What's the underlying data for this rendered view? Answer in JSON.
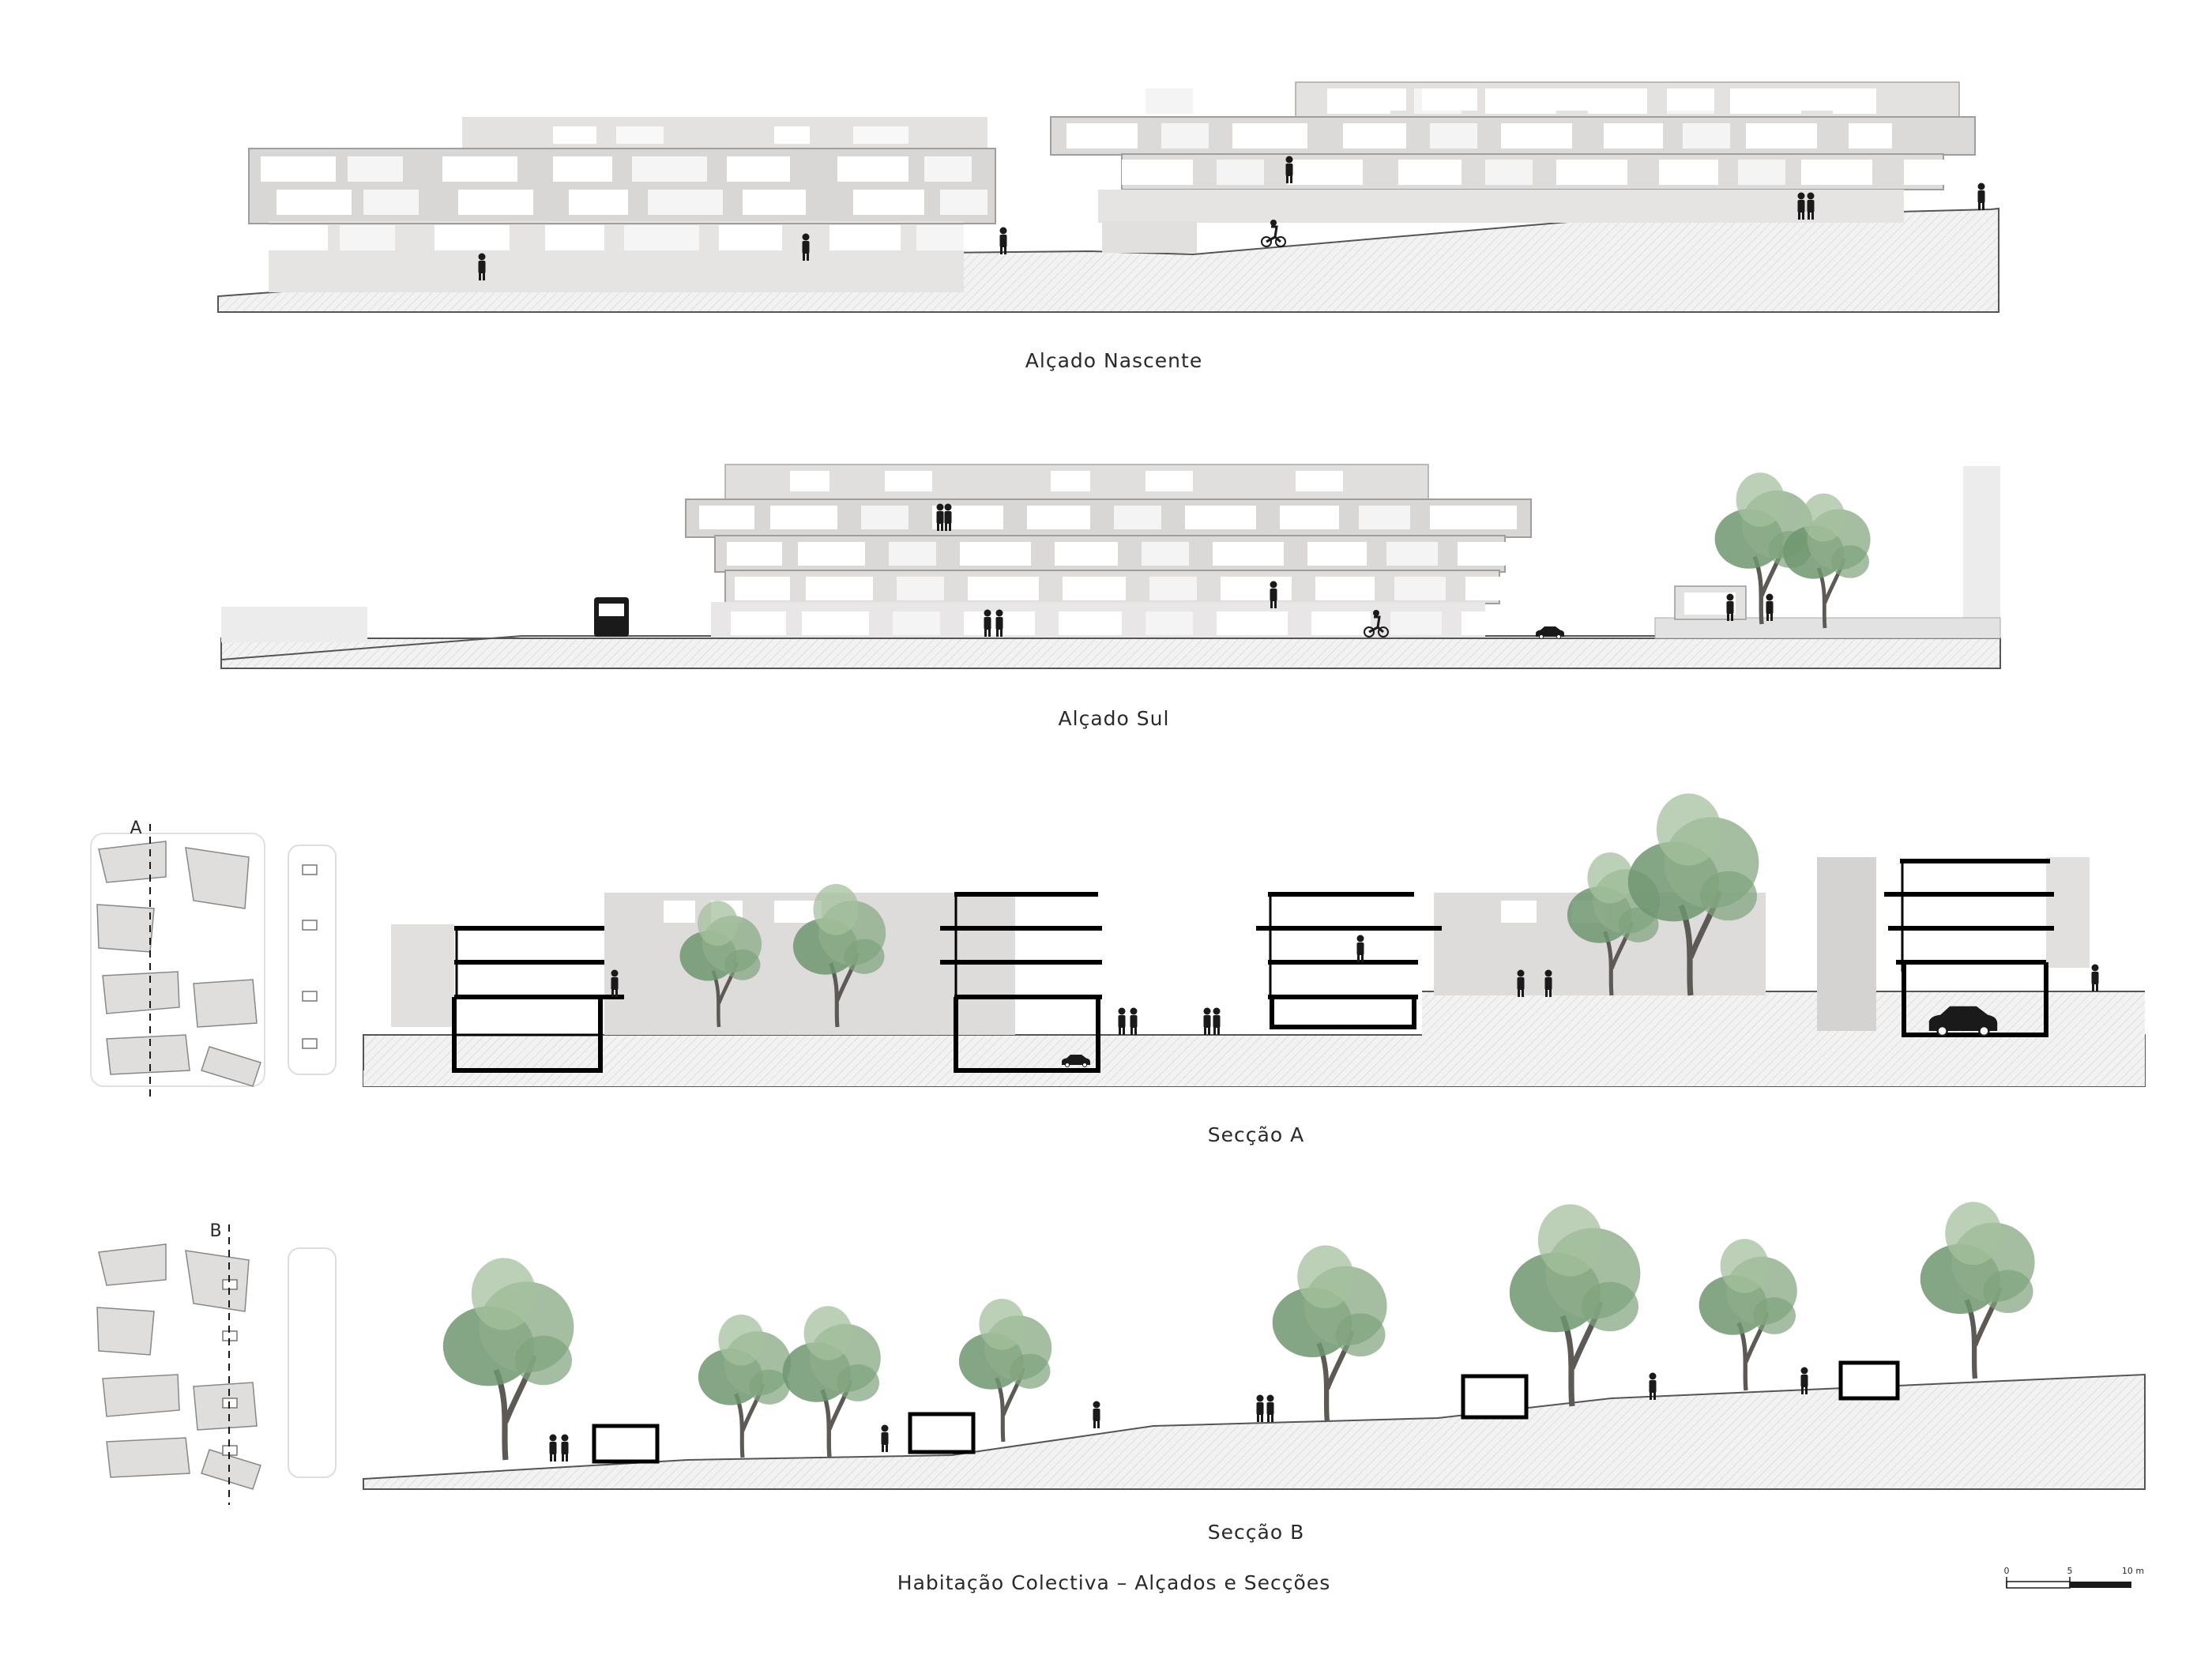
{
  "sheet": {
    "title": "Habitação Colectiva – Alçados e Secções",
    "accent_tree": "#8fae8a",
    "accent_tree_dark": "#6f9670",
    "building_fill": "#d9d6d6",
    "ground_hatch": "#bcbcbc"
  },
  "drawings": [
    {
      "id": "alcado-nascente",
      "caption": "Alçado Nascente"
    },
    {
      "id": "alcado-sul",
      "caption": "Alçado Sul"
    },
    {
      "id": "seccao-a",
      "caption": "Secção A",
      "key_letter": "A"
    },
    {
      "id": "seccao-b",
      "caption": "Secção B",
      "key_letter": "B"
    }
  ],
  "scale_bar": {
    "labels": [
      "0",
      "5",
      "10 m"
    ]
  }
}
